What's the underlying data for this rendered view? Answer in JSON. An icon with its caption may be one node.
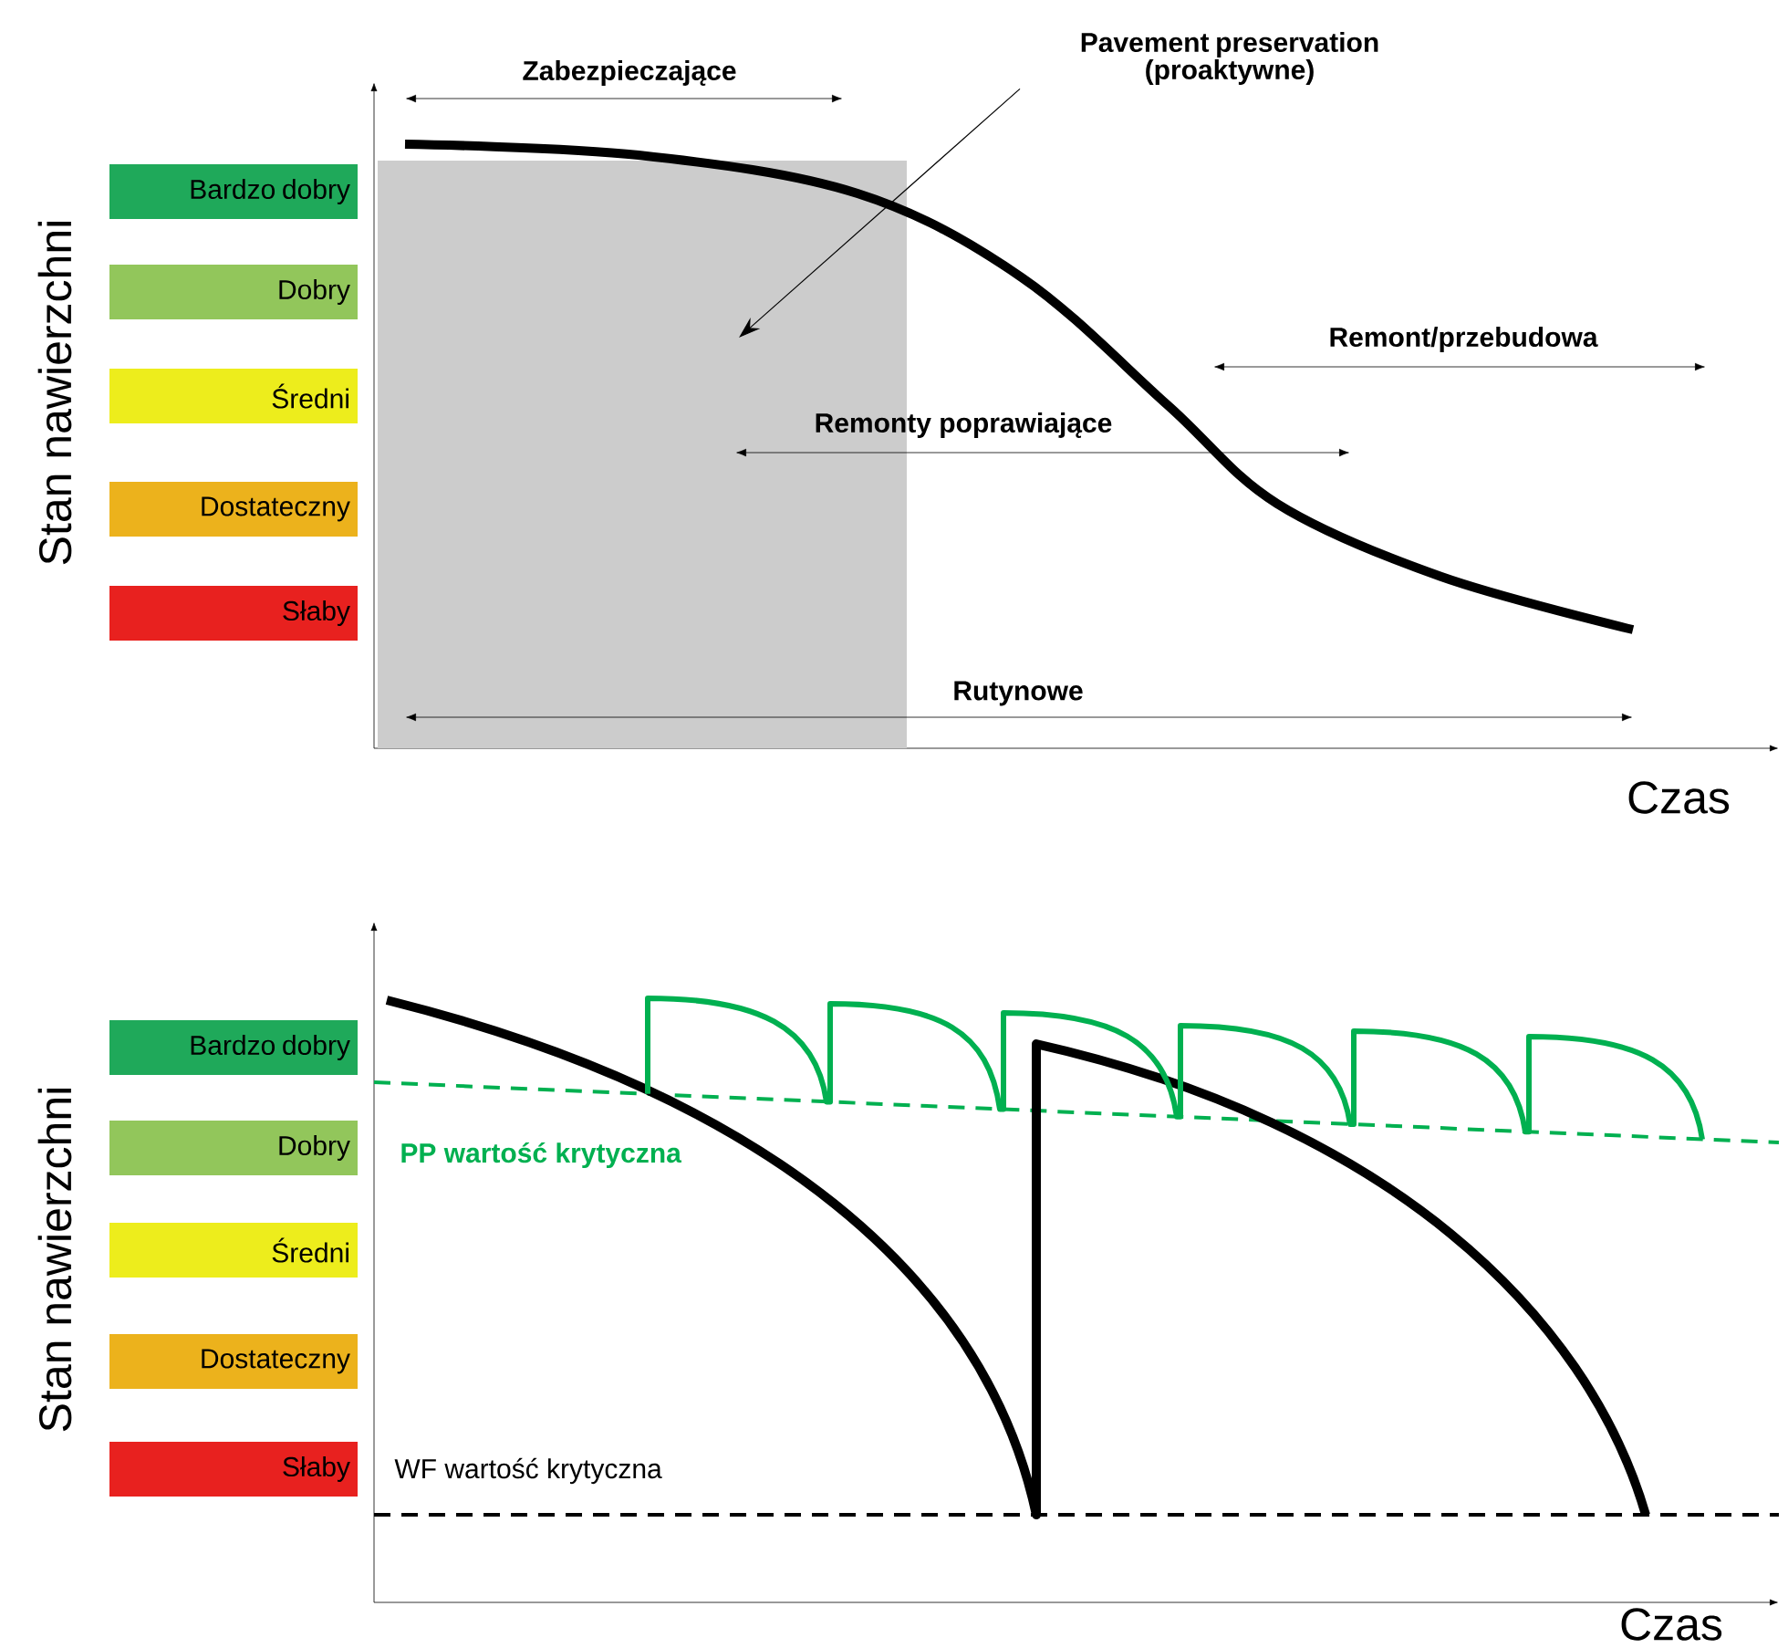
{
  "diagram": {
    "nodes": [
      {
        "text": [
          "Bardzo dobry"
        ]
      },
      {
        "text": [
          "Dobry"
        ]
      },
      {
        "text": [
          "Średni"
        ]
      },
      {
        "text": [
          "Dostateczny"
        ]
      },
      {
        "text": [
          "Słaby"
        ]
      },
      {
        "text": [
          "Pavement preservation (proaktywne)"
        ]
      },
      {
        "text": [],
        "shape": "box"
      },
      {
        "text": [
          "Bardzo dobry"
        ]
      },
      {
        "text": [
          "Dobry"
        ]
      },
      {
        "text": [
          "Średni"
        ]
      },
      {
        "text": [
          "Dostateczny"
        ]
      },
      {
        "text": [
          "Słaby"
        ]
      }
    ],
    "edges": [
      {
        "from": 5,
        "to": 6,
        "arrow": "to"
      }
    ],
    "labels": [
      "Zabezpieczające",
      "Remont/przebudowa",
      "Remonty poprawiające",
      "Rutynowe",
      "Stan nawierzchni",
      "Czas",
      "Stan nawierzchni",
      "PP wartość krytyczna",
      "WF wartość krytyczna",
      "Czas"
    ]
  }
}
